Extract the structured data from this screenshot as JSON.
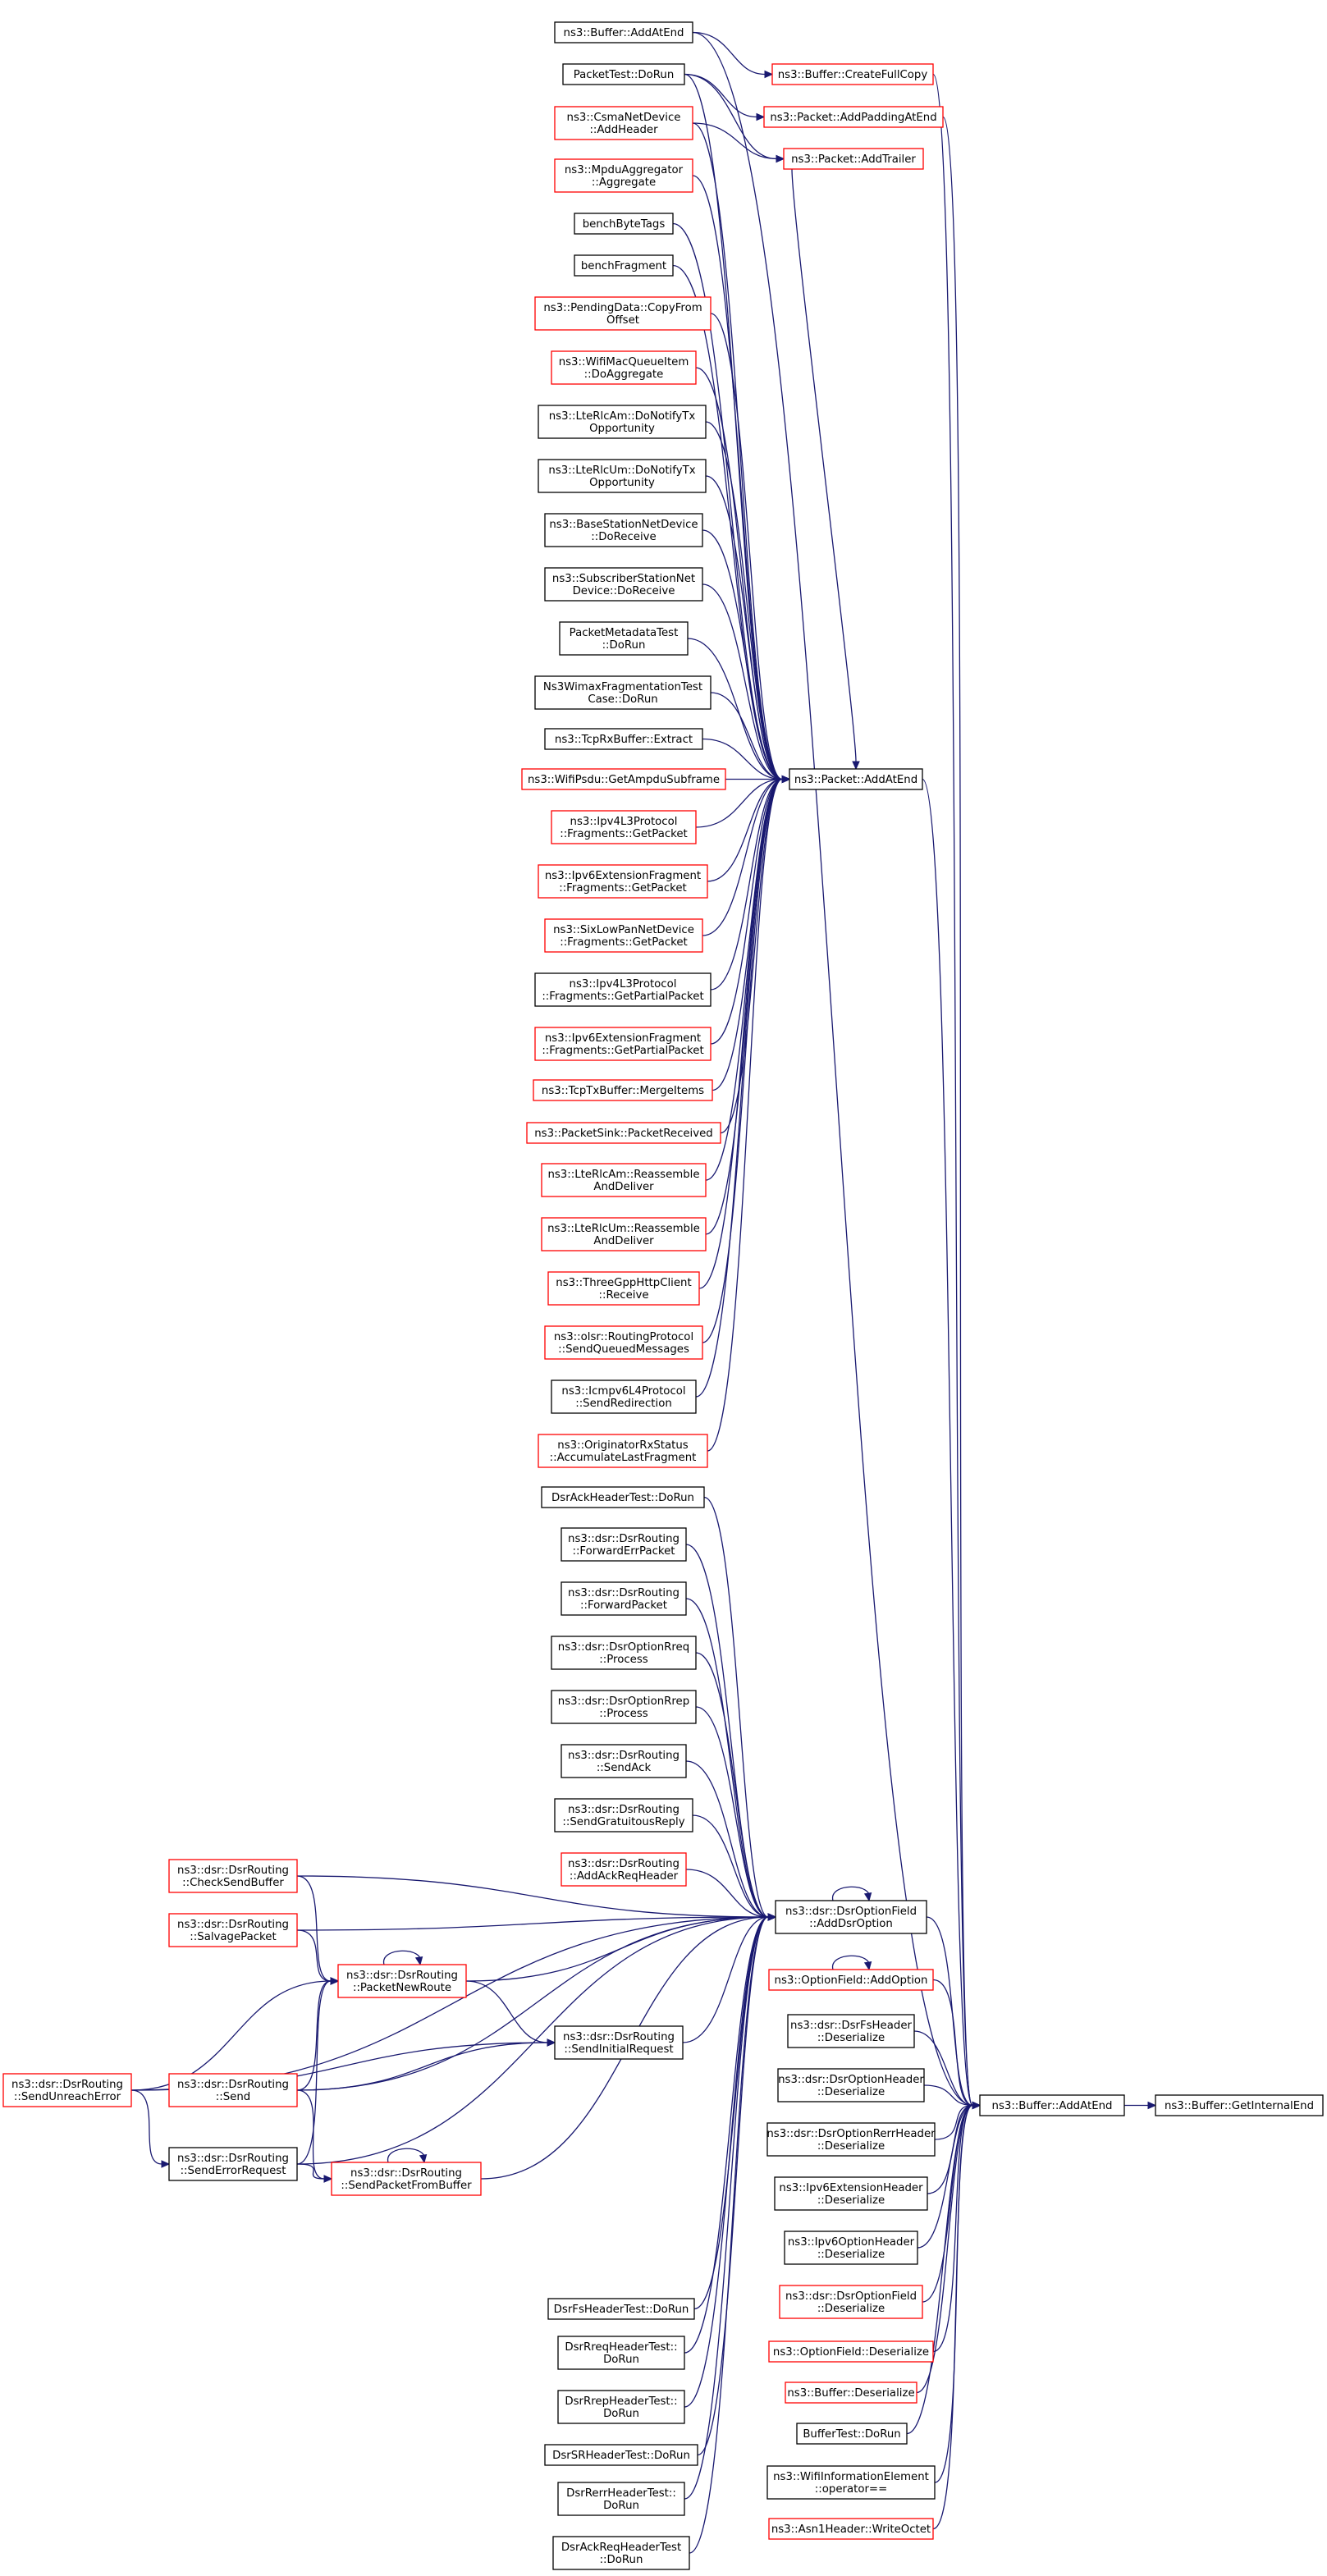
{
  "colors": {
    "edge": "#191970",
    "border_documented": "#000000",
    "border_undocumented": "#ff0000",
    "root_fill": "#bfbfbf"
  },
  "nodes": {
    "getinternalend": {
      "lines": [
        "ns3::Buffer::GetInternalEnd"
      ],
      "border": "black",
      "fill": "#bfbfbf"
    },
    "buffer_addatend": {
      "lines": [
        "ns3::Buffer::AddAtEnd"
      ],
      "border": "black"
    },
    "buffer_addatend_top": {
      "lines": [
        "ns3::Buffer::AddAtEnd"
      ],
      "border": "black"
    },
    "createfullcopy": {
      "lines": [
        "ns3::Buffer::CreateFullCopy"
      ],
      "border": "red"
    },
    "packettest_dorun": {
      "lines": [
        "PacketTest::DoRun"
      ],
      "border": "black"
    },
    "addpaddingatend": {
      "lines": [
        "ns3::Packet::AddPaddingAtEnd"
      ],
      "border": "red"
    },
    "csma_addheader": {
      "lines": [
        "ns3::CsmaNetDevice",
        "::AddHeader"
      ],
      "border": "red"
    },
    "addtrailer": {
      "lines": [
        "ns3::Packet::AddTrailer"
      ],
      "border": "red"
    },
    "mpdu_aggregate": {
      "lines": [
        "ns3::MpduAggregator",
        "::Aggregate"
      ],
      "border": "red"
    },
    "benchbytetags": {
      "lines": [
        "benchByteTags"
      ],
      "border": "black"
    },
    "benchfragment": {
      "lines": [
        "benchFragment"
      ],
      "border": "black"
    },
    "pendingdata": {
      "lines": [
        "ns3::PendingData::CopyFrom",
        "Offset"
      ],
      "border": "red"
    },
    "wifimacqueueitem": {
      "lines": [
        "ns3::WifiMacQueueItem",
        "::DoAggregate"
      ],
      "border": "red"
    },
    "lterlcam_tx": {
      "lines": [
        "ns3::LteRlcAm::DoNotifyTx",
        "Opportunity"
      ],
      "border": "black"
    },
    "lterlcum_tx": {
      "lines": [
        "ns3::LteRlcUm::DoNotifyTx",
        "Opportunity"
      ],
      "border": "black"
    },
    "basestation": {
      "lines": [
        "ns3::BaseStationNetDevice",
        "::DoReceive"
      ],
      "border": "black"
    },
    "subscriber": {
      "lines": [
        "ns3::SubscriberStationNet",
        "Device::DoReceive"
      ],
      "border": "black"
    },
    "packetmetadatatest": {
      "lines": [
        "PacketMetadataTest",
        "::DoRun"
      ],
      "border": "black"
    },
    "wimaxfrag": {
      "lines": [
        "Ns3WimaxFragmentationTest",
        "Case::DoRun"
      ],
      "border": "black"
    },
    "tcprxbuffer": {
      "lines": [
        "ns3::TcpRxBuffer::Extract"
      ],
      "border": "black"
    },
    "wifipsdu": {
      "lines": [
        "ns3::WifiPsdu::GetAmpduSubframe"
      ],
      "border": "red"
    },
    "packet_addatend": {
      "lines": [
        "ns3::Packet::AddAtEnd"
      ],
      "border": "black"
    },
    "ipv4l3_getpacket": {
      "lines": [
        "ns3::Ipv4L3Protocol",
        "::Fragments::GetPacket"
      ],
      "border": "red"
    },
    "ipv6ext_getpacket": {
      "lines": [
        "ns3::Ipv6ExtensionFragment",
        "::Fragments::GetPacket"
      ],
      "border": "red"
    },
    "sixlowpan": {
      "lines": [
        "ns3::SixLowPanNetDevice",
        "::Fragments::GetPacket"
      ],
      "border": "red"
    },
    "ipv4l3_partial": {
      "lines": [
        "ns3::Ipv4L3Protocol",
        "::Fragments::GetPartialPacket"
      ],
      "border": "black"
    },
    "ipv6ext_partial": {
      "lines": [
        "ns3::Ipv6ExtensionFragment",
        "::Fragments::GetPartialPacket"
      ],
      "border": "red"
    },
    "tcptxbuffer": {
      "lines": [
        "ns3::TcpTxBuffer::MergeItems"
      ],
      "border": "red"
    },
    "packetsink": {
      "lines": [
        "ns3::PacketSink::PacketReceived"
      ],
      "border": "red"
    },
    "lterlcam_reasm": {
      "lines": [
        "ns3::LteRlcAm::Reassemble",
        "AndDeliver"
      ],
      "border": "red"
    },
    "lterlcum_reasm": {
      "lines": [
        "ns3::LteRlcUm::Reassemble",
        "AndDeliver"
      ],
      "border": "red"
    },
    "threegpp": {
      "lines": [
        "ns3::ThreeGppHttpClient",
        "::Receive"
      ],
      "border": "red"
    },
    "olsr": {
      "lines": [
        "ns3::olsr::RoutingProtocol",
        "::SendQueuedMessages"
      ],
      "border": "red"
    },
    "icmpv6": {
      "lines": [
        "ns3::Icmpv6L4Protocol",
        "::SendRedirection"
      ],
      "border": "black"
    },
    "originator": {
      "lines": [
        "ns3::OriginatorRxStatus",
        "::AccumulateLastFragment"
      ],
      "border": "red"
    },
    "dsrackheadertest": {
      "lines": [
        "DsrAckHeaderTest::DoRun"
      ],
      "border": "black"
    },
    "forwarderrpacket": {
      "lines": [
        "ns3::dsr::DsrRouting",
        "::ForwardErrPacket"
      ],
      "border": "black"
    },
    "forwardpacket": {
      "lines": [
        "ns3::dsr::DsrRouting",
        "::ForwardPacket"
      ],
      "border": "black"
    },
    "optionrreq": {
      "lines": [
        "ns3::dsr::DsrOptionRreq",
        "::Process"
      ],
      "border": "black"
    },
    "optionrrep": {
      "lines": [
        "ns3::dsr::DsrOptionRrep",
        "::Process"
      ],
      "border": "black"
    },
    "sendack": {
      "lines": [
        "ns3::dsr::DsrRouting",
        "::SendAck"
      ],
      "border": "black"
    },
    "sendgratuitous": {
      "lines": [
        "ns3::dsr::DsrRouting",
        "::SendGratuitousReply"
      ],
      "border": "black"
    },
    "addackreqheader": {
      "lines": [
        "ns3::dsr::DsrRouting",
        "::AddAckReqHeader"
      ],
      "border": "red"
    },
    "checksendbuffer": {
      "lines": [
        "ns3::dsr::DsrRouting",
        "::CheckSendBuffer"
      ],
      "border": "red"
    },
    "salvagepacket": {
      "lines": [
        "ns3::dsr::DsrRouting",
        "::SalvagePacket"
      ],
      "border": "red"
    },
    "dsroptionfield_add": {
      "lines": [
        "ns3::dsr::DsrOptionField",
        "::AddDsrOption"
      ],
      "border": "black"
    },
    "packetnewroute": {
      "lines": [
        "ns3::dsr::DsrRouting",
        "::PacketNewRoute"
      ],
      "border": "red"
    },
    "optionfield_add": {
      "lines": [
        "ns3::OptionField::AddOption"
      ],
      "border": "red"
    },
    "dsrfsheader_deser": {
      "lines": [
        "ns3::dsr::DsrFsHeader",
        "::Deserialize"
      ],
      "border": "black"
    },
    "sendinitialrequest": {
      "lines": [
        "ns3::dsr::DsrRouting",
        "::SendInitialRequest"
      ],
      "border": "black"
    },
    "sendunreacherror": {
      "lines": [
        "ns3::dsr::DsrRouting",
        "::SendUnreachError"
      ],
      "border": "red"
    },
    "send": {
      "lines": [
        "ns3::dsr::DsrRouting",
        "::Send"
      ],
      "border": "red"
    },
    "dsroptionheader_deser": {
      "lines": [
        "ns3::dsr::DsrOptionHeader",
        "::Deserialize"
      ],
      "border": "black"
    },
    "dsroptionrerr_deser": {
      "lines": [
        "ns3::dsr::DsrOptionRerrHeader",
        "::Deserialize"
      ],
      "border": "black"
    },
    "senderrorrequest": {
      "lines": [
        "ns3::dsr::DsrRouting",
        "::SendErrorRequest"
      ],
      "border": "black"
    },
    "sendpacketfrombuffer": {
      "lines": [
        "ns3::dsr::DsrRouting",
        "::SendPacketFromBuffer"
      ],
      "border": "red"
    },
    "ipv6extheader_deser": {
      "lines": [
        "ns3::Ipv6ExtensionHeader",
        "::Deserialize"
      ],
      "border": "black"
    },
    "ipv6optionheader_deser": {
      "lines": [
        "ns3::Ipv6OptionHeader",
        "::Deserialize"
      ],
      "border": "black"
    },
    "dsroptionfield_deser": {
      "lines": [
        "ns3::dsr::DsrOptionField",
        "::Deserialize"
      ],
      "border": "red"
    },
    "optionfield_deser": {
      "lines": [
        "ns3::OptionField::Deserialize"
      ],
      "border": "red"
    },
    "dsrfsheadertest": {
      "lines": [
        "DsrFsHeaderTest::DoRun"
      ],
      "border": "black"
    },
    "buffer_deser": {
      "lines": [
        "ns3::Buffer::Deserialize"
      ],
      "border": "red"
    },
    "dsrrreqheadertest": {
      "lines": [
        "DsrRreqHeaderTest::",
        "DoRun"
      ],
      "border": "black"
    },
    "buffertest": {
      "lines": [
        "BufferTest::DoRun"
      ],
      "border": "black"
    },
    "dsrrrepheadertest": {
      "lines": [
        "DsrRrepHeaderTest::",
        "DoRun"
      ],
      "border": "black"
    },
    "wifiinfoelement": {
      "lines": [
        "ns3::WifiInformationElement",
        "::operator=="
      ],
      "border": "black"
    },
    "dsrsrheadertest": {
      "lines": [
        "DsrSRHeaderTest::DoRun"
      ],
      "border": "black"
    },
    "asn1header": {
      "lines": [
        "ns3::Asn1Header::WriteOctet"
      ],
      "border": "red"
    },
    "dsrrerrheadertest": {
      "lines": [
        "DsrRerrHeaderTest::",
        "DoRun"
      ],
      "border": "black"
    },
    "dsrackreqheadertest": {
      "lines": [
        "DsrAckReqHeaderTest",
        "::DoRun"
      ],
      "border": "black"
    }
  },
  "edges": [
    [
      "buffer_addatend",
      "getinternalend"
    ],
    [
      "buffer_addatend_top",
      "buffer_addatend"
    ],
    [
      "createfullcopy",
      "buffer_addatend"
    ],
    [
      "addpaddingatend",
      "buffer_addatend"
    ],
    [
      "packet_addatend",
      "buffer_addatend"
    ],
    [
      "dsroptionfield_add",
      "buffer_addatend"
    ],
    [
      "optionfield_add",
      "buffer_addatend"
    ],
    [
      "dsrfsheader_deser",
      "buffer_addatend"
    ],
    [
      "dsroptionheader_deser",
      "buffer_addatend"
    ],
    [
      "dsroptionrerr_deser",
      "buffer_addatend"
    ],
    [
      "ipv6extheader_deser",
      "buffer_addatend"
    ],
    [
      "ipv6optionheader_deser",
      "buffer_addatend"
    ],
    [
      "dsroptionfield_deser",
      "buffer_addatend"
    ],
    [
      "optionfield_deser",
      "buffer_addatend"
    ],
    [
      "buffer_deser",
      "buffer_addatend"
    ],
    [
      "buffertest",
      "buffer_addatend"
    ],
    [
      "wifiinfoelement",
      "buffer_addatend"
    ],
    [
      "asn1header",
      "buffer_addatend"
    ],
    [
      "buffer_addatend_top",
      "createfullcopy"
    ],
    [
      "packettest_dorun",
      "addpaddingatend"
    ],
    [
      "packettest_dorun",
      "addtrailer"
    ],
    [
      "csma_addheader",
      "addtrailer"
    ],
    [
      "addtrailer",
      "packet_addatend"
    ],
    [
      "packettest_dorun",
      "packet_addatend"
    ],
    [
      "csma_addheader",
      "packet_addatend"
    ],
    [
      "mpdu_aggregate",
      "packet_addatend"
    ],
    [
      "benchbytetags",
      "packet_addatend"
    ],
    [
      "benchfragment",
      "packet_addatend"
    ],
    [
      "pendingdata",
      "packet_addatend"
    ],
    [
      "wifimacqueueitem",
      "packet_addatend"
    ],
    [
      "lterlcam_tx",
      "packet_addatend"
    ],
    [
      "lterlcum_tx",
      "packet_addatend"
    ],
    [
      "basestation",
      "packet_addatend"
    ],
    [
      "subscriber",
      "packet_addatend"
    ],
    [
      "packetmetadatatest",
      "packet_addatend"
    ],
    [
      "wimaxfrag",
      "packet_addatend"
    ],
    [
      "tcprxbuffer",
      "packet_addatend"
    ],
    [
      "wifipsdu",
      "packet_addatend"
    ],
    [
      "ipv4l3_getpacket",
      "packet_addatend"
    ],
    [
      "ipv6ext_getpacket",
      "packet_addatend"
    ],
    [
      "sixlowpan",
      "packet_addatend"
    ],
    [
      "ipv4l3_partial",
      "packet_addatend"
    ],
    [
      "ipv6ext_partial",
      "packet_addatend"
    ],
    [
      "tcptxbuffer",
      "packet_addatend"
    ],
    [
      "packetsink",
      "packet_addatend"
    ],
    [
      "lterlcam_reasm",
      "packet_addatend"
    ],
    [
      "lterlcum_reasm",
      "packet_addatend"
    ],
    [
      "threegpp",
      "packet_addatend"
    ],
    [
      "olsr",
      "packet_addatend"
    ],
    [
      "icmpv6",
      "packet_addatend"
    ],
    [
      "originator",
      "packet_addatend"
    ],
    [
      "dsrackheadertest",
      "dsroptionfield_add"
    ],
    [
      "forwarderrpacket",
      "dsroptionfield_add"
    ],
    [
      "forwardpacket",
      "dsroptionfield_add"
    ],
    [
      "optionrreq",
      "dsroptionfield_add"
    ],
    [
      "optionrrep",
      "dsroptionfield_add"
    ],
    [
      "sendack",
      "dsroptionfield_add"
    ],
    [
      "sendgratuitous",
      "dsroptionfield_add"
    ],
    [
      "addackreqheader",
      "dsroptionfield_add"
    ],
    [
      "checksendbuffer",
      "dsroptionfield_add"
    ],
    [
      "salvagepacket",
      "dsroptionfield_add"
    ],
    [
      "packetnewroute",
      "dsroptionfield_add"
    ],
    [
      "sendinitialrequest",
      "dsroptionfield_add"
    ],
    [
      "sendunreacherror",
      "dsroptionfield_add"
    ],
    [
      "send",
      "dsroptionfield_add"
    ],
    [
      "senderrorrequest",
      "dsroptionfield_add"
    ],
    [
      "sendpacketfrombuffer",
      "dsroptionfield_add"
    ],
    [
      "dsrfsheadertest",
      "dsroptionfield_add"
    ],
    [
      "dsrrreqheadertest",
      "dsroptionfield_add"
    ],
    [
      "dsrrrepheadertest",
      "dsroptionfield_add"
    ],
    [
      "dsrsrheadertest",
      "dsroptionfield_add"
    ],
    [
      "dsrrerrheadertest",
      "dsroptionfield_add"
    ],
    [
      "dsrackreqheadertest",
      "dsroptionfield_add"
    ],
    [
      "dsroptionfield_add",
      "dsroptionfield_add"
    ],
    [
      "optionfield_add",
      "optionfield_add"
    ],
    [
      "checksendbuffer",
      "packetnewroute"
    ],
    [
      "salvagepacket",
      "packetnewroute"
    ],
    [
      "sendunreacherror",
      "packetnewroute"
    ],
    [
      "send",
      "packetnewroute"
    ],
    [
      "senderrorrequest",
      "packetnewroute"
    ],
    [
      "packetnewroute",
      "packetnewroute"
    ],
    [
      "packetnewroute",
      "sendinitialrequest"
    ],
    [
      "sendunreacherror",
      "sendinitialrequest"
    ],
    [
      "send",
      "sendinitialrequest"
    ],
    [
      "sendunreacherror",
      "senderrorrequest"
    ],
    [
      "senderrorrequest",
      "sendpacketfrombuffer"
    ],
    [
      "send",
      "sendpacketfrombuffer"
    ],
    [
      "sendpacketfrombuffer",
      "sendpacketfrombuffer"
    ]
  ]
}
